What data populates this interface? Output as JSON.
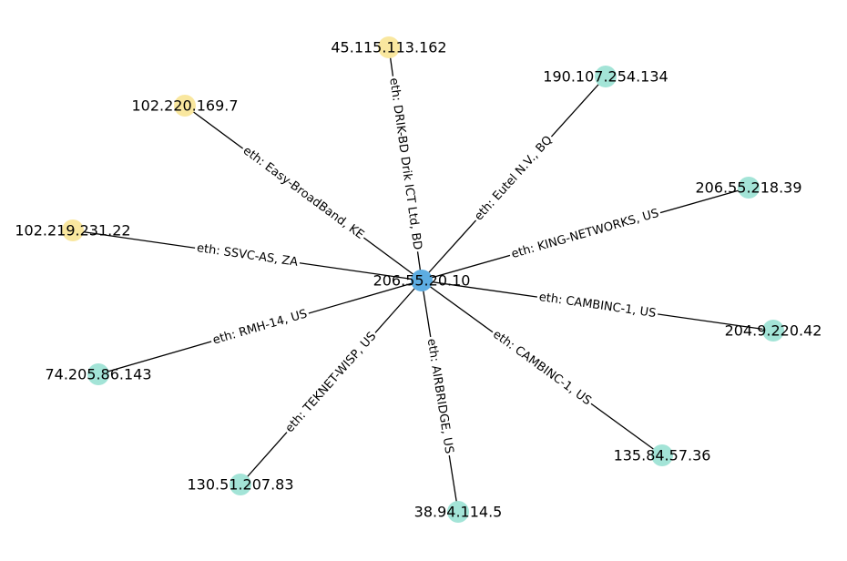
{
  "graph": {
    "center": {
      "ip": "206.55.20.10",
      "color": "#5dade2"
    },
    "nodes": [
      {
        "ip": "45.115.113.162",
        "edge_label": "eth: DRIK-BD Drik ICT Ltd, BD",
        "color": "#f9e79f"
      },
      {
        "ip": "190.107.254.134",
        "edge_label": "eth: Eutel N.V., BQ",
        "color": "#a3e4d7"
      },
      {
        "ip": "102.220.169.7",
        "edge_label": "eth: Easy-BroadBand, KE",
        "color": "#f9e79f"
      },
      {
        "ip": "206.55.218.39",
        "edge_label": "eth: KING-NETWORKS, US",
        "color": "#a3e4d7"
      },
      {
        "ip": "102.219.231.22",
        "edge_label": "eth: SSVC-AS, ZA",
        "color": "#f9e79f"
      },
      {
        "ip": "204.9.220.42",
        "edge_label": "eth: CAMBINC-1, US",
        "color": "#a3e4d7"
      },
      {
        "ip": "74.205.86.143",
        "edge_label": "eth: RMH-14, US",
        "color": "#a3e4d7"
      },
      {
        "ip": "135.84.57.36",
        "edge_label": "eth: CAMBINC-1, US",
        "color": "#a3e4d7"
      },
      {
        "ip": "130.51.207.83",
        "edge_label": "eth: TEKNET-WISP, US",
        "color": "#a3e4d7"
      },
      {
        "ip": "38.94.114.5",
        "edge_label": "eth: AIRBRIDGE, US",
        "color": "#a3e4d7"
      }
    ]
  }
}
